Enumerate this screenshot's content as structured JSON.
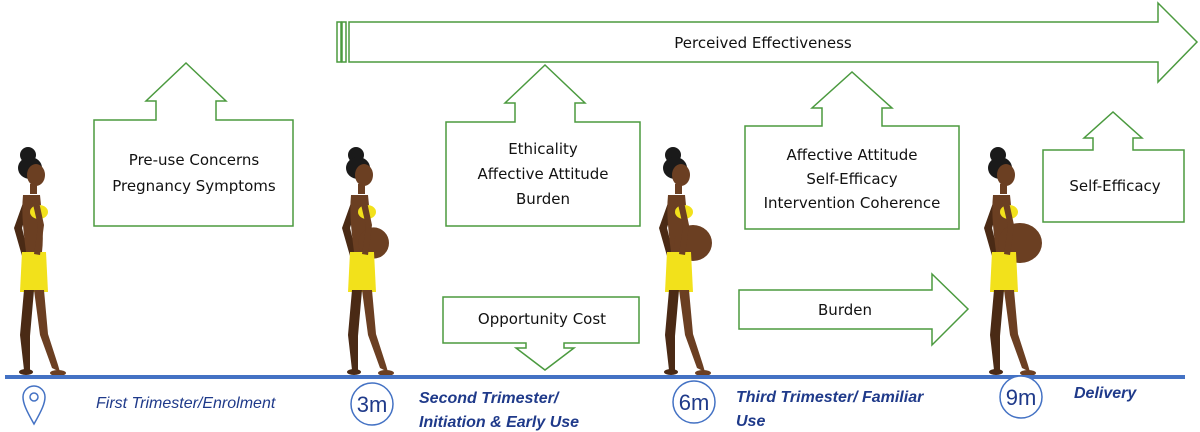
{
  "colors": {
    "box_stroke": "#4b9a3f",
    "timeline": "#4472c4",
    "phase_text": "#1f3a8a",
    "skin": "#6b3f22",
    "skin_dark": "#4a2a15",
    "swimwear": "#f2e11b"
  },
  "perceived_effectiveness": "Perceived Effectiveness",
  "box_first": [
    "Pre-use Concerns",
    "Pregnancy Symptoms"
  ],
  "box_second": [
    "Ethicality",
    "Affective Attitude",
    "Burden"
  ],
  "box_opportunity": "Opportunity Cost",
  "box_third": [
    "Affective Attitude",
    "Self-Efficacy",
    "Intervention Coherence"
  ],
  "box_burden": "Burden",
  "box_delivery": "Self-Efficacy",
  "milestones": {
    "m3": "3m",
    "m6": "6m",
    "m9": "9m"
  },
  "location_icon": "location-pin-icon",
  "phases": {
    "first": "First Trimester/Enrolment",
    "second_line1": "Second Trimester/",
    "second_line2": "Initiation & Early Use",
    "third_line1": "Third Trimester/ Familiar",
    "third_line2": "Use",
    "delivery": "Delivery"
  },
  "figures": [
    {
      "stage": "first-trimester",
      "belly": 0
    },
    {
      "stage": "second-trimester",
      "belly": 0.45
    },
    {
      "stage": "third-trimester",
      "belly": 0.75
    },
    {
      "stage": "delivery",
      "belly": 1
    }
  ]
}
